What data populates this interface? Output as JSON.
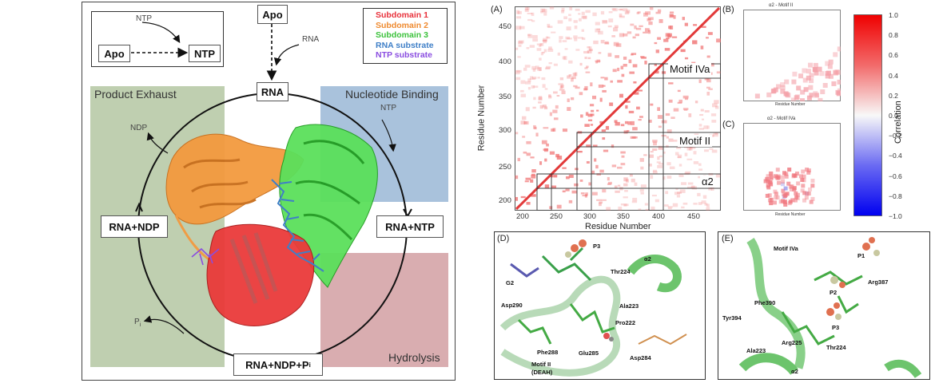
{
  "left": {
    "legend_top": {
      "ntp_label": "NTP",
      "apo": "Apo",
      "ntp": "NTP"
    },
    "top_state": {
      "apo": "Apo",
      "rna_label": "RNA"
    },
    "legend": [
      {
        "label": "Subdomain 1",
        "color": "#e8303a"
      },
      {
        "label": "Subdomain 2",
        "color": "#ef8a2f"
      },
      {
        "label": "Subdomain 3",
        "color": "#3cc23c"
      },
      {
        "label": "RNA substrate",
        "color": "#3f7fc7"
      },
      {
        "label": "NTP substrate",
        "color": "#8a4de0"
      }
    ],
    "regions": {
      "product_exhaust": "Product Exhaust",
      "nucleotide_binding": "Nucleotide Binding",
      "hydrolysis": "Hydrolysis"
    },
    "states": {
      "rna": "RNA",
      "rna_ntp": "RNA+NTP",
      "rna_ndp": "RNA+NDP",
      "rna_ndp_pi_main": "RNA+NDP+P",
      "rna_ndp_pi_sub": "i"
    },
    "arrow_labels": {
      "ndp": "NDP",
      "ntp": "NTP",
      "pi_main": "P",
      "pi_sub": "i"
    }
  },
  "heatmap": {
    "panel_a": "(A)",
    "panel_b": "(B)",
    "panel_c": "(C)",
    "ylabel": "Residue Number",
    "xlabel": "Residue Number",
    "yticks": [
      "450",
      "400",
      "350",
      "300",
      "250",
      "200"
    ],
    "xticks": [
      "200",
      "250",
      "300",
      "350",
      "400",
      "450"
    ],
    "annotations": {
      "motif_iva": "Motif IVa",
      "motif_ii": "Motif II",
      "alpha2": "α2"
    },
    "inset_b_title": "α2 - Motif II",
    "inset_c_title": "α2 - Motif IVa",
    "inset_xlabel": "Residue Number",
    "colorbar_label": "Correlation",
    "colorbar_ticks": [
      "1.0",
      "0.8",
      "0.6",
      "0.4",
      "0.2",
      "0.0",
      "−0.2",
      "−0.4",
      "−0.6",
      "−0.8",
      "−1.0"
    ]
  },
  "panel_d": {
    "letter": "(D)",
    "labels": {
      "p3": "P3",
      "g2": "G2",
      "thr224": "Thr224",
      "alpha2": "α2",
      "asp290": "Asp290",
      "ala223": "Ala223",
      "pro222": "Pro222",
      "phe288": "Phe288",
      "glu285": "Glu285",
      "asp284": "Asp284",
      "motif_ii": "Motif II",
      "deah": "(DEAH)"
    }
  },
  "panel_e": {
    "letter": "(E)",
    "labels": {
      "motif_iva": "Motif IVa",
      "p1": "P1",
      "p2": "P2",
      "p3": "P3",
      "arg387": "Arg387",
      "phe390": "Phe390",
      "tyr394": "Tyr394",
      "ala223": "Ala223",
      "arg225": "Arg225",
      "thr224": "Thr224",
      "alpha2": "α2"
    }
  }
}
